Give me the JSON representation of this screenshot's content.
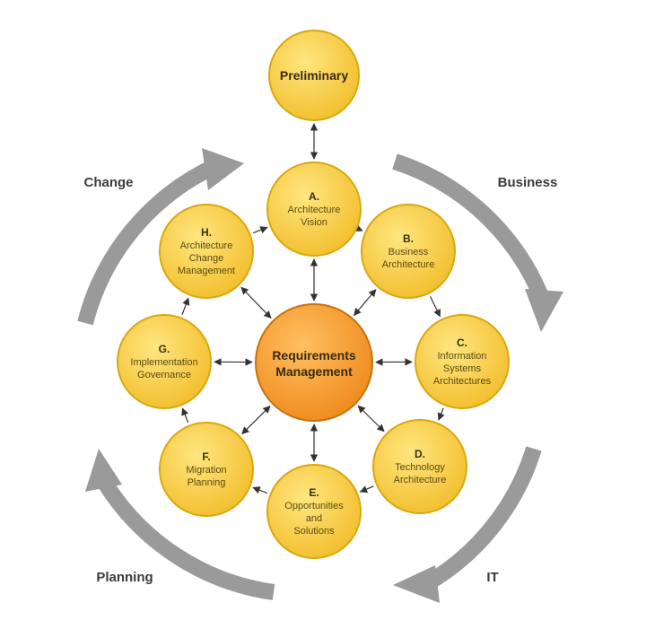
{
  "colors": {
    "node_fill": "#f5c842",
    "node_stroke": "#d9a810",
    "center_fill": "#f49a2a",
    "center_stroke": "#c9700e",
    "cycle_arrow": "#9a9a9a",
    "connector": "#333333"
  },
  "preliminary": {
    "label": "Preliminary"
  },
  "center": {
    "line1": "Requirements",
    "line2": "Management"
  },
  "phases": [
    {
      "letter": "A.",
      "lines": [
        "Architecture",
        "Vision"
      ]
    },
    {
      "letter": "B.",
      "lines": [
        "Business",
        "Architecture"
      ]
    },
    {
      "letter": "C.",
      "lines": [
        "Information",
        "Systems",
        "Architectures"
      ]
    },
    {
      "letter": "D.",
      "lines": [
        "Technology",
        "Architecture"
      ]
    },
    {
      "letter": "E.",
      "lines": [
        "Opportunities",
        "and",
        "Solutions"
      ]
    },
    {
      "letter": "F.",
      "lines": [
        "Migration",
        "Planning"
      ]
    },
    {
      "letter": "G.",
      "lines": [
        "Implementation",
        "Governance"
      ]
    },
    {
      "letter": "H.",
      "lines": [
        "Architecture",
        "Change",
        "Management"
      ]
    }
  ],
  "cycle_labels": {
    "change": "Change",
    "business": "Business",
    "it": "IT",
    "planning": "Planning"
  }
}
